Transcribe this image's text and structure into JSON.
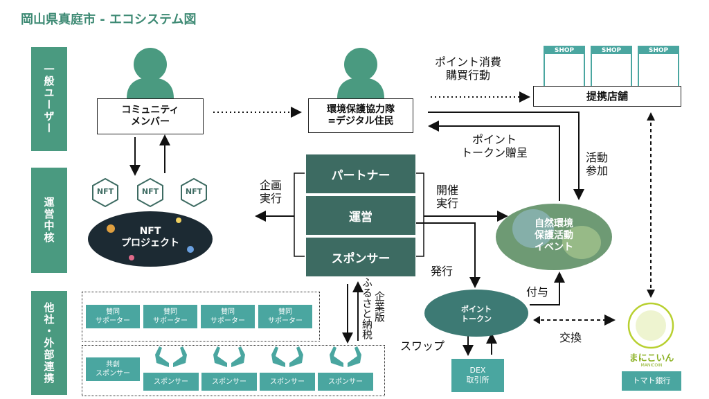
{
  "title": "岡山県真庭市 - エコシステム図",
  "side_labels": [
    "一般ユーザー",
    "運営中核",
    "他社・外部連携"
  ],
  "community_member": "コミュニティ\nメンバー",
  "digital_resident": "環境保護協力隊\n=デジタル住民",
  "point_consume": "ポイント消費\n購買行動",
  "partner_store": "提携店舗",
  "shop_label": "SHOP",
  "point_gift": "ポイント\nトークン贈呈",
  "activity_join": "活動\n参加",
  "nft_icon": "NFT",
  "nft_project": "NFT\nプロジェクト",
  "core_boxes": [
    "パートナー",
    "運営",
    "スポンサー"
  ],
  "plan_execute": "企画\n実行",
  "host_execute": "開催\n実行",
  "nature_event": "自然環境\n保護活動\nイベント",
  "issue": "発行",
  "grant": "付与",
  "point_token": "ポイント\nトークン",
  "furusato": "ふるさと納税",
  "corp_version": "企業版",
  "supporter": "賛同\nサポーター",
  "co_sponsor": "共創\nスポンサー",
  "sponsor": "スポンサー",
  "swap": "スワップ",
  "dex": "DEX\n取引所",
  "exchange": "交換",
  "manicoin": "まにこいん",
  "manicoin_sub": "MANICOIN",
  "tomato_bank": "トマト銀行",
  "colors": {
    "accent": "#4a9a80",
    "teal_dark": "#3d6b62",
    "teal_light": "#4aa6a0"
  }
}
